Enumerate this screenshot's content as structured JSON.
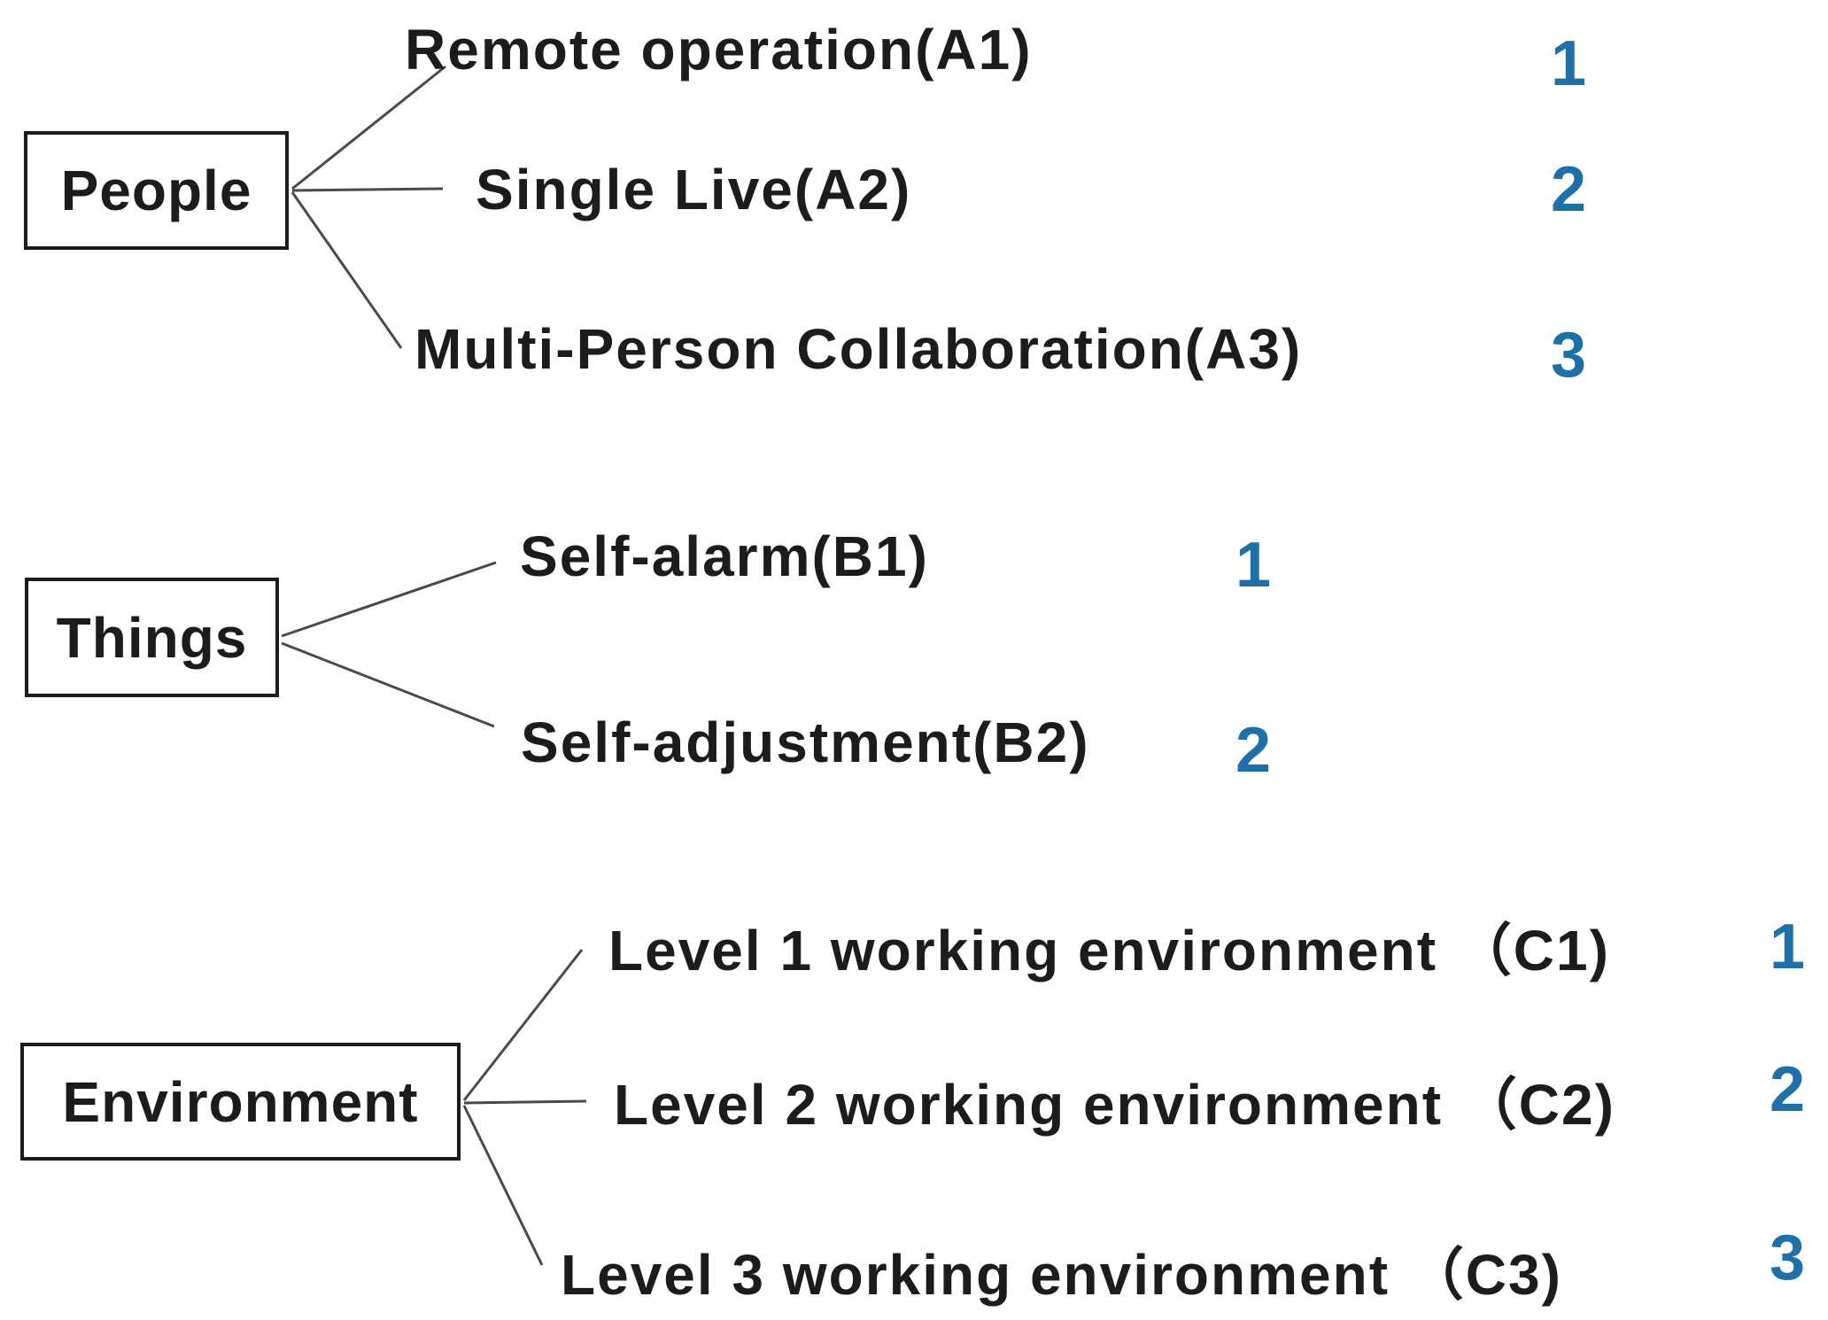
{
  "diagram": {
    "title": "criteria hierarchy with weights",
    "colors": {
      "number_blue": "#1f6fa8",
      "text_black": "#1c1c1c",
      "line_gray": "#4a4a4a"
    },
    "groups": [
      {
        "box_label": "People",
        "children": [
          {
            "label": "Remote operation(A1)",
            "number": "1"
          },
          {
            "label": "Single Live(A2)",
            "number": "2"
          },
          {
            "label": "Multi-Person Collaboration(A3)",
            "number": "3"
          }
        ]
      },
      {
        "box_label": "Things",
        "children": [
          {
            "label": "Self-alarm(B1)",
            "number": "1"
          },
          {
            "label": "Self-adjustment(B2)",
            "number": "2"
          }
        ]
      },
      {
        "box_label": "Environment",
        "children": [
          {
            "label": "Level 1 working environment （C1)",
            "number": "1"
          },
          {
            "label": "Level 2 working environment （C2)",
            "number": "2"
          },
          {
            "label": "Level 3 working environment （C3)",
            "number": "3"
          }
        ]
      }
    ]
  }
}
